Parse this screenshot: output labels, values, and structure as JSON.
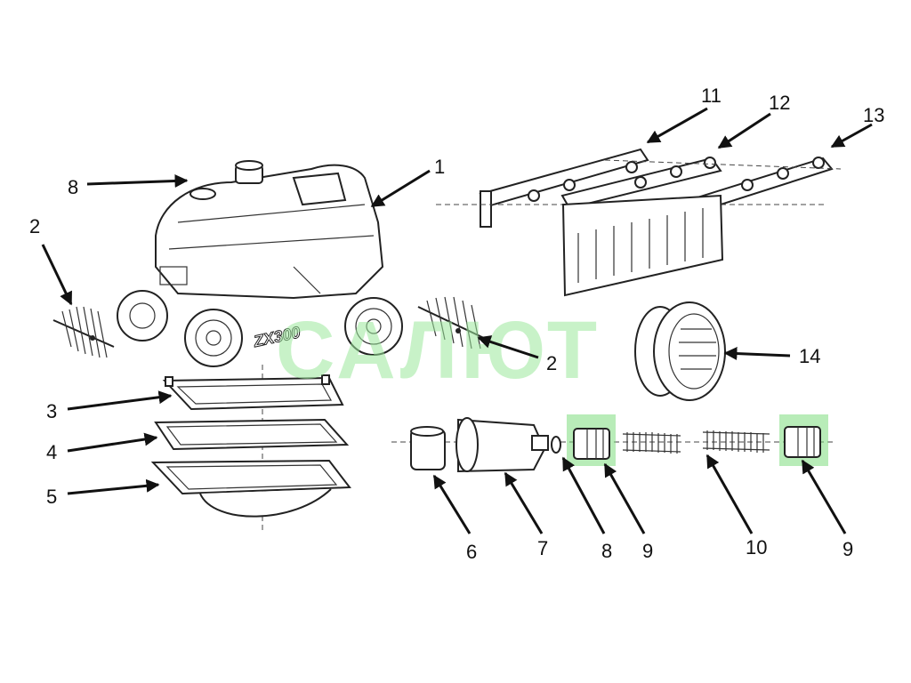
{
  "watermark": "САЛЮТ",
  "product_label": "ZX300",
  "callouts": [
    {
      "id": "1",
      "text": "1"
    },
    {
      "id": "2a",
      "text": "2"
    },
    {
      "id": "2b",
      "text": "2"
    },
    {
      "id": "3",
      "text": "3"
    },
    {
      "id": "4",
      "text": "4"
    },
    {
      "id": "5",
      "text": "5"
    },
    {
      "id": "6",
      "text": "6"
    },
    {
      "id": "7",
      "text": "7"
    },
    {
      "id": "8a",
      "text": "8"
    },
    {
      "id": "8b",
      "text": "8"
    },
    {
      "id": "9a",
      "text": "9"
    },
    {
      "id": "9b",
      "text": "9"
    },
    {
      "id": "10",
      "text": "10"
    },
    {
      "id": "11",
      "text": "11"
    },
    {
      "id": "12",
      "text": "12"
    },
    {
      "id": "13",
      "text": "13"
    },
    {
      "id": "14",
      "text": "14"
    }
  ],
  "highlight_color": "#7ddc7d",
  "watermark_color": "#9be89b"
}
